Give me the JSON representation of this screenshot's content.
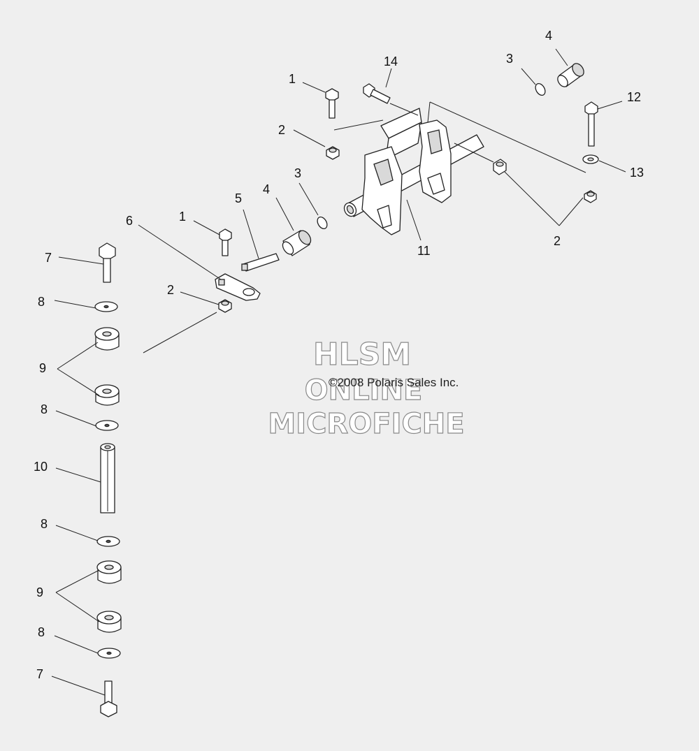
{
  "watermark": {
    "line1": "HLSM",
    "line2": "ONLINE",
    "line3": "MICROFICHE"
  },
  "copyright": "©2008 Polaris Sales Inc.",
  "callouts": {
    "c14": "14",
    "c4_top": "4",
    "c3_top": "3",
    "c1_top": "1",
    "c12": "12",
    "c2_top": "2",
    "c13": "13",
    "c3_mid": "3",
    "c4_mid": "4",
    "c5": "5",
    "c6": "6",
    "c1_mid": "1",
    "c11": "11",
    "c2_right": "2",
    "c7_top": "7",
    "c8_a": "8",
    "c2_mid": "2",
    "c9_top": "9",
    "c8_b": "8",
    "c10": "10",
    "c8_c": "8",
    "c9_bottom": "9",
    "c8_d": "8",
    "c7_bottom": "7"
  }
}
